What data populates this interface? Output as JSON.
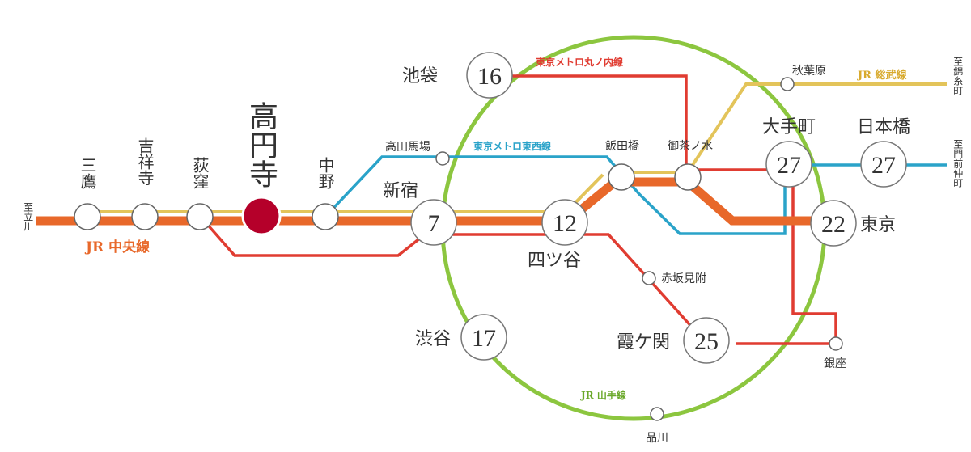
{
  "map": {
    "title": "Koenji route map",
    "colors": {
      "chuo_rapid": "#e8682a",
      "chuo_sobu": "#e3c45a",
      "yamanote": "#8cc63f",
      "marunouchi": "#e03c31",
      "tozai": "#2aa3c9",
      "highlight_station": "#b5002a",
      "station_outline": "#666666"
    },
    "lines": {
      "chuo": "JR 中央線",
      "sobu": "JR 総武線",
      "yamanote": "JR 山手線",
      "marunouchi": "東京メトロ丸ノ内線",
      "tozai": "東京メトロ東西線"
    },
    "directions": {
      "west": "至立川",
      "east_sobu": "至錦糸町",
      "east_tozai": "至門前仲町"
    },
    "home_station": "高円寺",
    "stations_minor": {
      "mitaka": "三鷹",
      "kichijoji": "吉祥寺",
      "ogikubo": "荻窪",
      "nakano": "中野",
      "takadanobaba": "高田馬場",
      "iidabashi": "飯田橋",
      "ochanomizu": "御茶ノ水",
      "akihabara": "秋葉原",
      "akasakamitsuke": "赤坂見附",
      "ginza": "銀座",
      "shinagawa": "品川"
    },
    "destinations": [
      {
        "name": "池袋",
        "minutes": "16"
      },
      {
        "name": "新宿",
        "minutes": "7"
      },
      {
        "name": "四ツ谷",
        "minutes": "12"
      },
      {
        "name": "大手町",
        "minutes": "27"
      },
      {
        "name": "日本橋",
        "minutes": "27"
      },
      {
        "name": "東京",
        "minutes": "22"
      },
      {
        "name": "渋谷",
        "minutes": "17"
      },
      {
        "name": "霞ケ関",
        "minutes": "25"
      }
    ]
  }
}
